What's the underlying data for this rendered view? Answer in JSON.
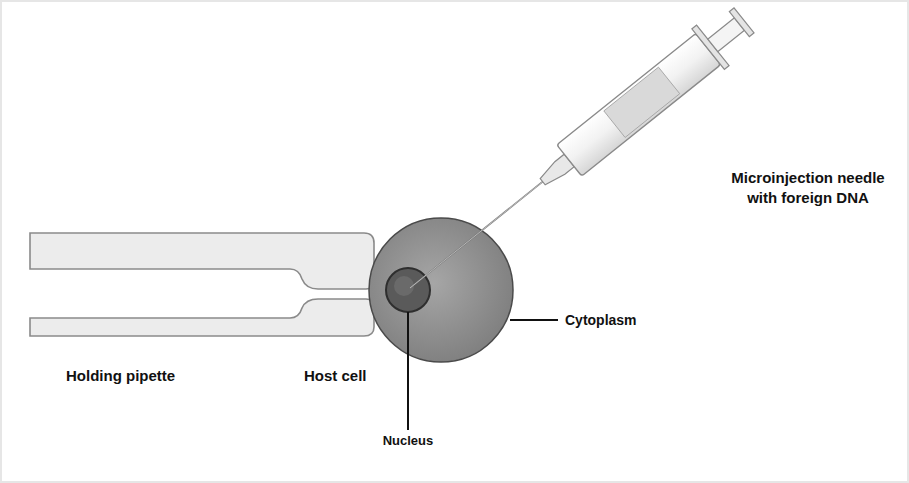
{
  "diagram": {
    "labels": [
      "Microinjection needle with foreign DNA",
      "Cytoplasm",
      "Holding pipette",
      "Host cell",
      "Nucleus"
    ]
  }
}
